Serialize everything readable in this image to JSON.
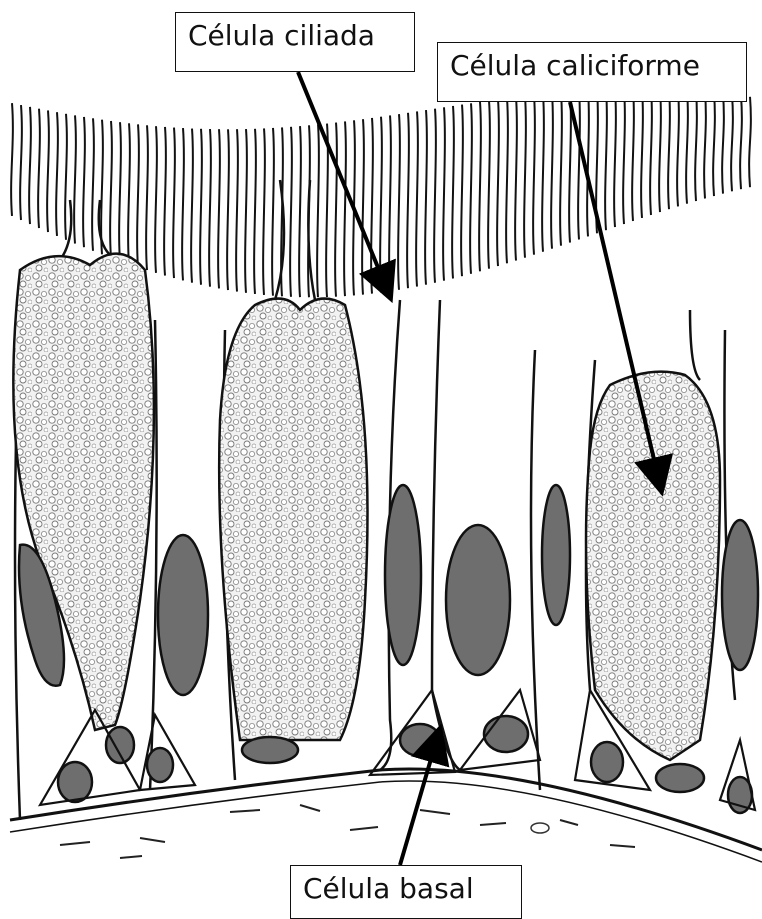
{
  "labels": {
    "ciliated_cell": "Célula ciliada",
    "goblet_cell": "Célula caliciforme",
    "basal_cell": "Célula basal"
  },
  "colors": {
    "outline": "#111111",
    "nucleus": "#6e6e6e",
    "mucus_dot": "#ffffff",
    "background": "#ffffff"
  }
}
